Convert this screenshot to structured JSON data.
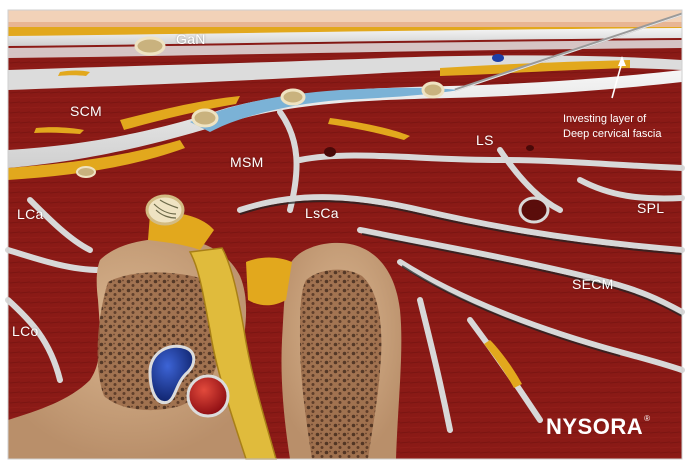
{
  "labels": {
    "gan": "GaN",
    "scm": "SCM",
    "msm": "MSM",
    "ls": "LS",
    "lca": "LCa",
    "lsca": "LsCa",
    "spl": "SPL",
    "secm": "SECM",
    "lco": "LCo"
  },
  "annotation": {
    "line1": "Investing layer of",
    "line2": "Deep cervical fascia"
  },
  "brand": {
    "name": "NYSORA",
    "mark": "®"
  },
  "colors": {
    "muscle": "#8a1a16",
    "fascia": "#e6e6e6",
    "fat": "#e2a81d",
    "bone": "#c9a07c",
    "vein": "#1e3fa6",
    "artery": "#b3161a",
    "nerve": "#e0bb3c",
    "perineural_blue": "#7bb2d6",
    "skin": "#f0c7a8"
  }
}
